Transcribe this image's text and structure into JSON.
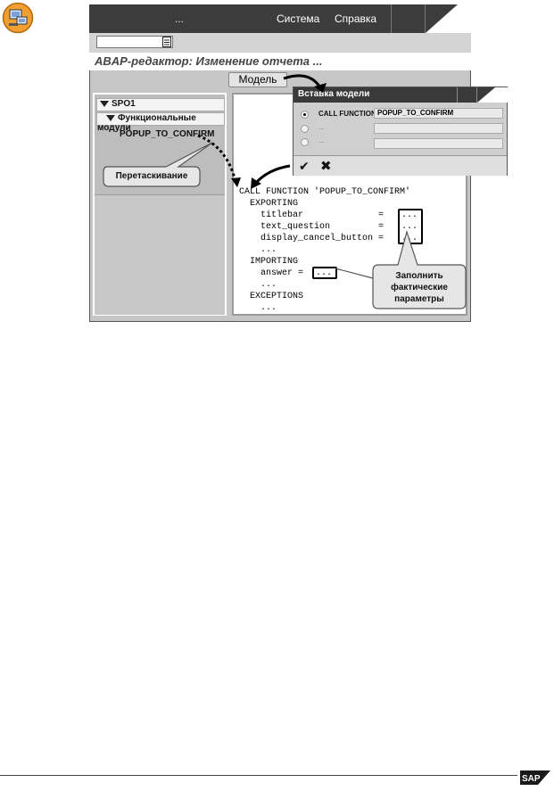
{
  "menubar": {
    "dots": "...",
    "menu_items": [
      "Система",
      "Справка"
    ]
  },
  "title": "ABAP-редактор:  Изменение отчета ...",
  "model_button": "Модель",
  "tree": {
    "root": "SPO1",
    "folder": "Функциональные модули",
    "item": "POPUP_TO_CONFIRM"
  },
  "drag_callout": "Перетаскивание",
  "dialog": {
    "title": "Вставка модели",
    "options": [
      {
        "label": "CALL FUNCTION",
        "value": "POPUP_TO_CONFIRM",
        "selected": true
      },
      {
        "label": "...",
        "value": "",
        "selected": false
      },
      {
        "label": "...",
        "value": "",
        "selected": false
      }
    ]
  },
  "code": {
    "lines": [
      "CALL FUNCTION 'POPUP_TO_CONFIRM'",
      "  EXPORTING",
      "    titlebar              =",
      "    text_question         =",
      "    display_cancel_button =",
      "    ...",
      "  IMPORTING",
      "    answer =",
      "    ...",
      "  EXCEPTIONS",
      "    ..."
    ],
    "placeholder": "..."
  },
  "fill_callout": [
    "Заполнить",
    "фактические",
    "параметры"
  ],
  "colors": {
    "menubar": "#3c3c3c",
    "frame": "#c6c6c6",
    "icon_orange": "#f0a030",
    "sap_gold": "#d9a600"
  },
  "icons": [
    "training-icon",
    "command-field-icon",
    "checkmark-icon",
    "cancel-icon",
    "sap-logo"
  ]
}
